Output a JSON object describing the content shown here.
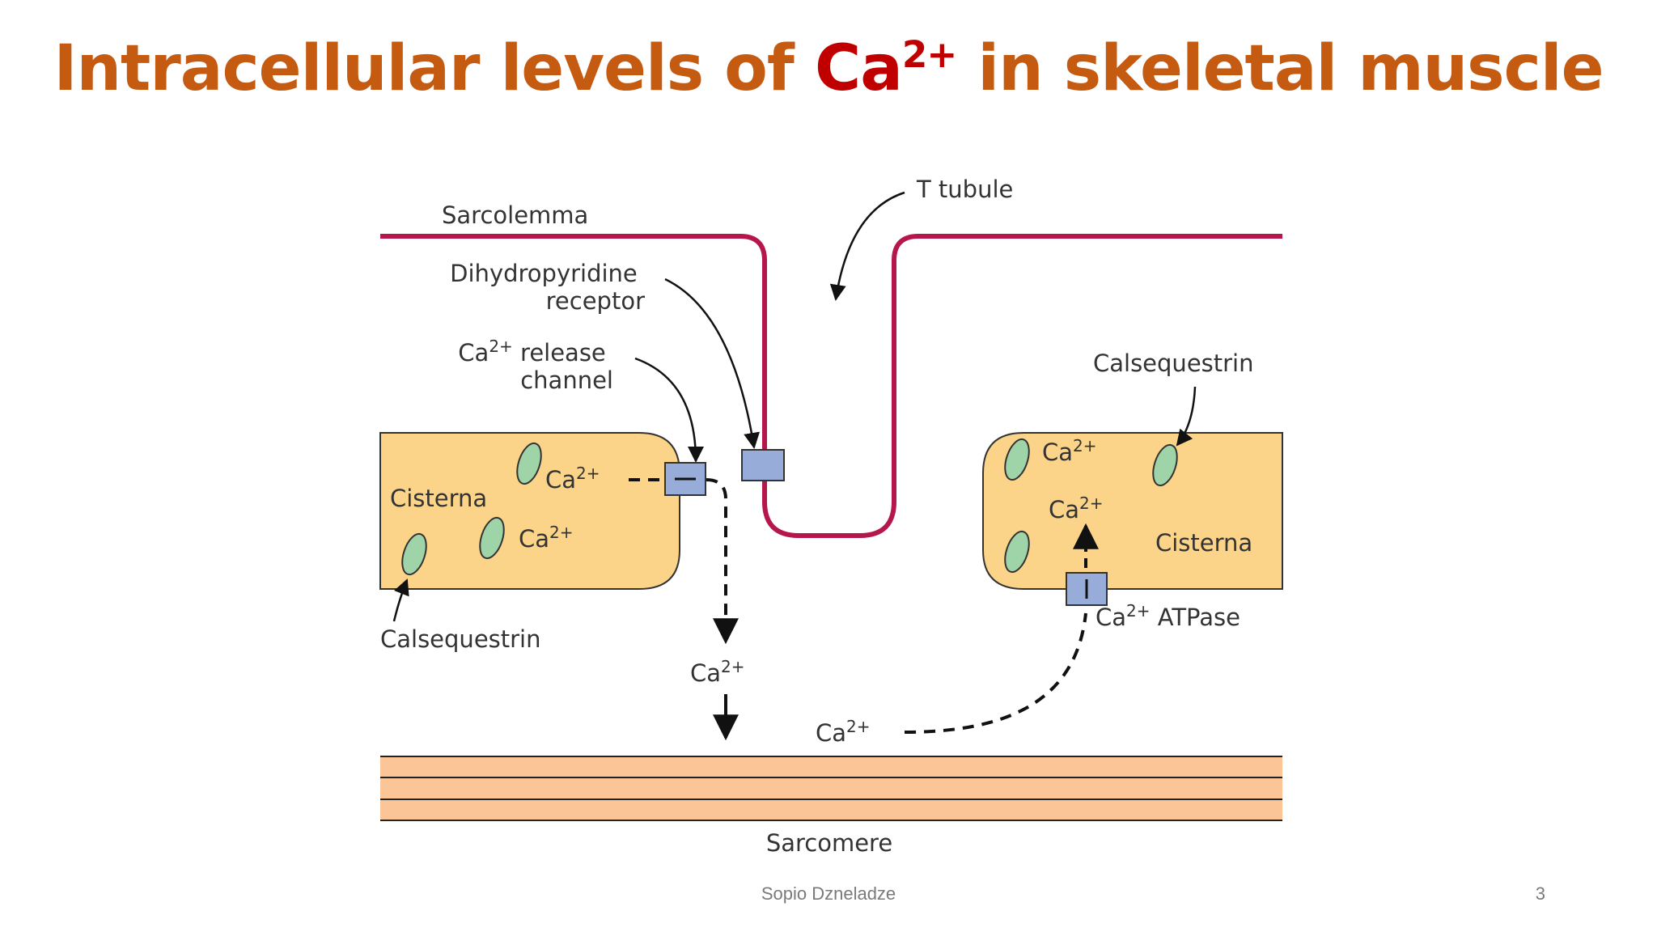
{
  "slide": {
    "title_prefix": "Intracellular levels of ",
    "title_ca": "Ca",
    "title_sup": "2+",
    "title_suffix": " in skeletal muscle",
    "footer_author": "Sopio Dzneladze",
    "page_number": "3"
  },
  "diagram": {
    "labels": {
      "sarcolemma": "Sarcolemma",
      "t_tubule": "T tubule",
      "dhp_line1": "Dihydropyridine",
      "dhp_line2": "receptor",
      "release_ca": "Ca",
      "release_sup": "2+",
      "release_rest": " release",
      "release_line2": "channel",
      "calsequestrin_right": "Calsequestrin",
      "cisterna_left": "Cisterna",
      "cisterna_right": "Cisterna",
      "calsequestrin_left": "Calsequestrin",
      "atpase_ca": "Ca",
      "atpase_sup": "2+",
      "atpase_rest": " ATPase",
      "sarcomere": "Sarcomere",
      "ion_base": "Ca",
      "ion_sup": "2+"
    },
    "colors": {
      "membrane": "#b5174b",
      "cisterna_fill": "#fbd489",
      "calsequestrin_fill": "#9fd4a8",
      "channel_fill": "#98acd9",
      "sarcomere_fill": "#fbc597",
      "line": "#111111"
    }
  }
}
